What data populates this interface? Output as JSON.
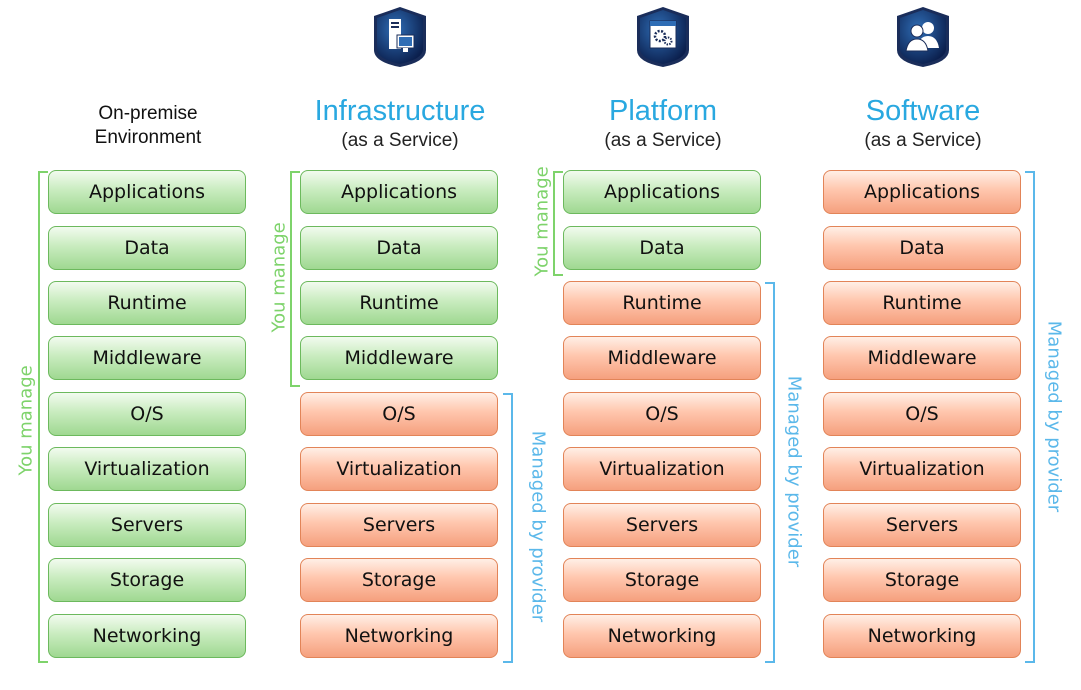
{
  "columns": [
    {
      "title": "On-premise\nEnvironment",
      "subtitle": ""
    },
    {
      "title": "Infrastructure",
      "subtitle": "(as a Service)"
    },
    {
      "title": "Platform",
      "subtitle": "(as a Service)"
    },
    {
      "title": "Software",
      "subtitle": "(as a Service)"
    }
  ],
  "layers": [
    "Applications",
    "Data",
    "Runtime",
    "Middleware",
    "O/S",
    "Virtualization",
    "Servers",
    "Storage",
    "Networking"
  ],
  "labels": {
    "you_manage": "You manage",
    "managed_by_provider": "Managed by provider"
  },
  "icons": [
    "server-icon",
    "platform-icon",
    "users-icon"
  ],
  "colors": {
    "you_manage": "#7ed36b",
    "provider": "#5bb8ea",
    "title": "#29a8e0"
  }
}
